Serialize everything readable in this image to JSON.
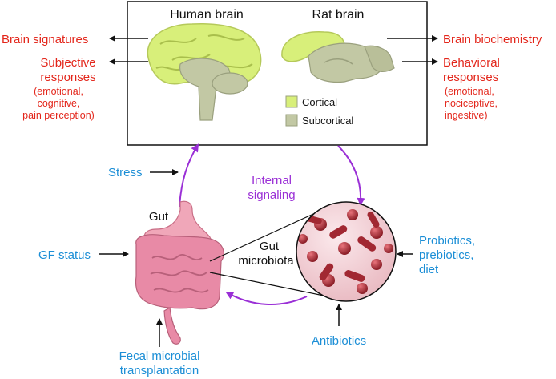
{
  "brain_box": {
    "human_title": "Human brain",
    "rat_title": "Rat brain",
    "legend": {
      "cortical": "Cortical",
      "subcortical": "Subcortical",
      "cortical_color": "#d8ef7a",
      "subcortical_color": "#c2c8a4"
    }
  },
  "human_outputs": {
    "brain_signatures": "Brain signatures",
    "subjective_line1": "Subjective",
    "subjective_line2": "responses",
    "detail_line1": "(emotional,",
    "detail_line2": "cognitive,",
    "detail_line3": "pain perception)"
  },
  "rat_outputs": {
    "biochemistry": "Brain biochemistry",
    "behavioral_line1": "Behavioral",
    "behavioral_line2": "responses",
    "detail_line1": "(emotional,",
    "detail_line2": "nociceptive,",
    "detail_line3": "ingestive)"
  },
  "center": {
    "internal_line1": "Internal",
    "internal_line2": "signaling",
    "gut_label": "Gut",
    "microbiota_line1": "Gut",
    "microbiota_line2": "microbiota"
  },
  "influences": {
    "stress": "Stress",
    "gf_status": "GF status",
    "fecal_line1": "Fecal microbial",
    "fecal_line2": "transplantation",
    "probiotics_line1": "Probiotics,",
    "probiotics_line2": "prebiotics,",
    "probiotics_line3": "diet",
    "antibiotics": "Antibiotics"
  },
  "colors": {
    "output_text": "#e3261b",
    "influence_text": "#1b8ed6",
    "signaling_arrow": "#9a2fd6",
    "gut_pink": "#e88aa6",
    "bacteria_red": "#b5313a"
  }
}
